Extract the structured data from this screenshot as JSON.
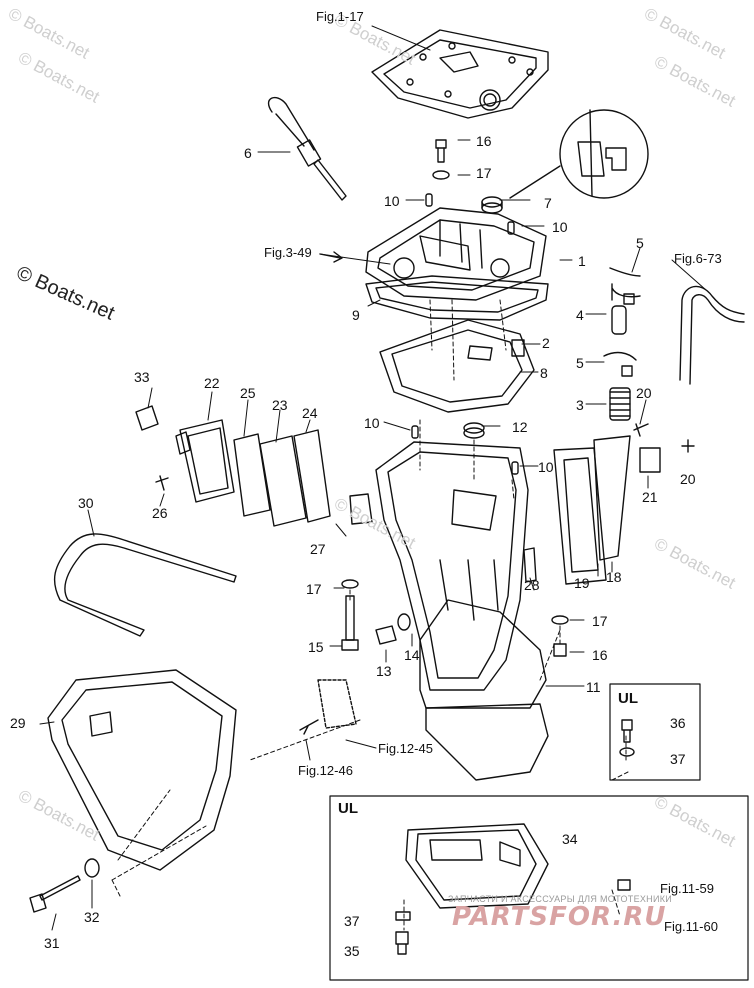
{
  "figure_refs": {
    "fig_1_17": "Fig.1-17",
    "fig_3_49": "Fig.3-49",
    "fig_6_73": "Fig.6-73",
    "fig_12_45": "Fig.12-45",
    "fig_12_46": "Fig.12-46",
    "fig_11_59": "Fig.11-59",
    "fig_11_60": "Fig.11-60"
  },
  "inset_labels": {
    "ul_small": "UL",
    "ul_large": "UL"
  },
  "part_numbers": {
    "p1": "1",
    "p2": "2",
    "p3": "3",
    "p4": "4",
    "p5a": "5",
    "p5b": "5",
    "p6": "6",
    "p7": "7",
    "p8": "8",
    "p9": "9",
    "p10a": "10",
    "p10b": "10",
    "p10c": "10",
    "p10d": "10",
    "p11": "11",
    "p12": "12",
    "p13": "13",
    "p14": "14",
    "p15": "15",
    "p16a": "16",
    "p16b": "16",
    "p17a": "17",
    "p17b": "17",
    "p17c": "17",
    "p18": "18",
    "p19": "19",
    "p20a": "20",
    "p20b": "20",
    "p21": "21",
    "p22": "22",
    "p23": "23",
    "p24": "24",
    "p25": "25",
    "p26": "26",
    "p27": "27",
    "p28": "28",
    "p29": "29",
    "p30": "30",
    "p31": "31",
    "p32": "32",
    "p33": "33",
    "p34": "34",
    "p35": "35",
    "p36": "36",
    "p37a": "37",
    "p37b": "37"
  },
  "watermarks": {
    "main": "© Boats.net",
    "faint": "© Boats.net"
  },
  "stamp": {
    "tagline": "ЗАПЧАСТИ И АКСЕССУАРЫ ДЛЯ МОТОТЕХНИКИ",
    "logo": "PARTSFOR.RU"
  },
  "colors": {
    "line": "#111111",
    "watermark": "#cfcfcf",
    "stamp": "#d9a3a3"
  }
}
